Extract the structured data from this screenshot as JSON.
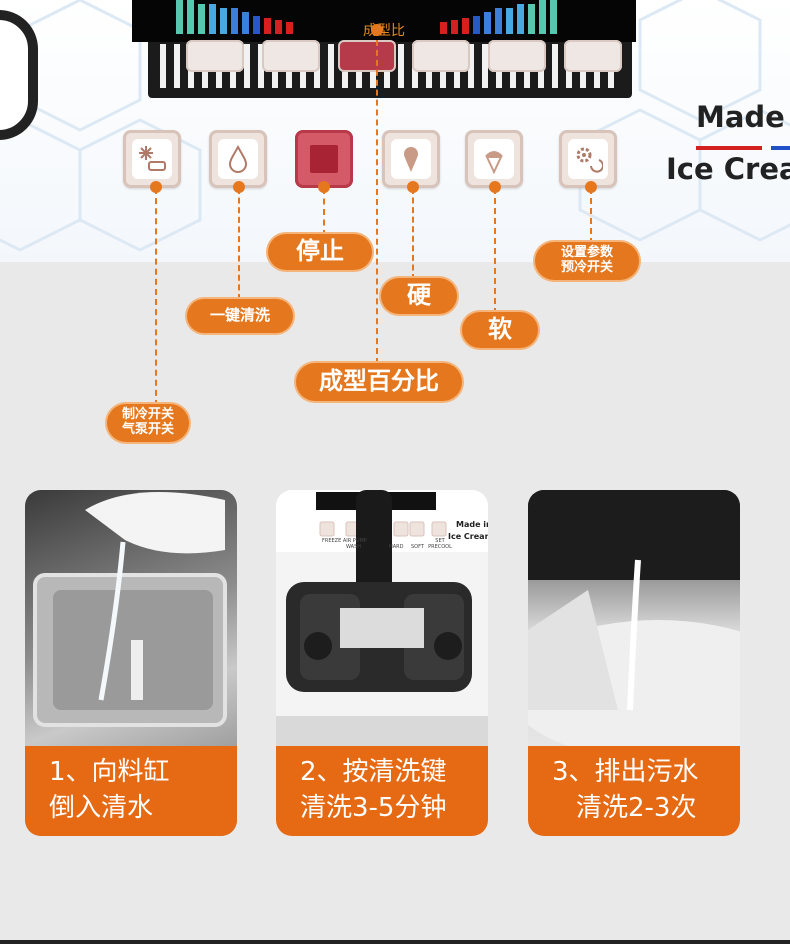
{
  "display_label": "成型比",
  "brand": {
    "made_in": "Made i",
    "ice_cream": "Ice Crea"
  },
  "panel_keys": [
    {
      "name": "freeze-icon"
    },
    {
      "name": "water-drop-icon"
    },
    {
      "name": "stop-icon"
    },
    {
      "name": "cone-icon"
    },
    {
      "name": "soft-cone-icon"
    },
    {
      "name": "settings-gear-icon"
    }
  ],
  "callouts": {
    "freeze": "制冷开关\n气泵开关",
    "wash": "一键清洗",
    "stop": "停止",
    "ratio": "成型百分比",
    "hard": "硬",
    "soft": "软",
    "settings": "设置参数\n预冷开关"
  },
  "steps": [
    {
      "line1": "1、向料缸",
      "line2": "倒入清水"
    },
    {
      "line1": "2、按清洗键",
      "line2": "清洗3-5分钟"
    },
    {
      "line1": "3、排出污水",
      "line2": "清洗2-3次"
    }
  ],
  "machine_labels": {
    "freeze": "FREEZE AIR PUMP",
    "wash": "WASH",
    "hard": "HARD",
    "soft": "SOFT",
    "set": "SET PRECOOL",
    "made_in": "Made in",
    "ice_cream": "Ice Cream"
  },
  "colors": {
    "accent": "#e5781f",
    "stop": "#a82435",
    "panel": "#1b1b1b"
  }
}
